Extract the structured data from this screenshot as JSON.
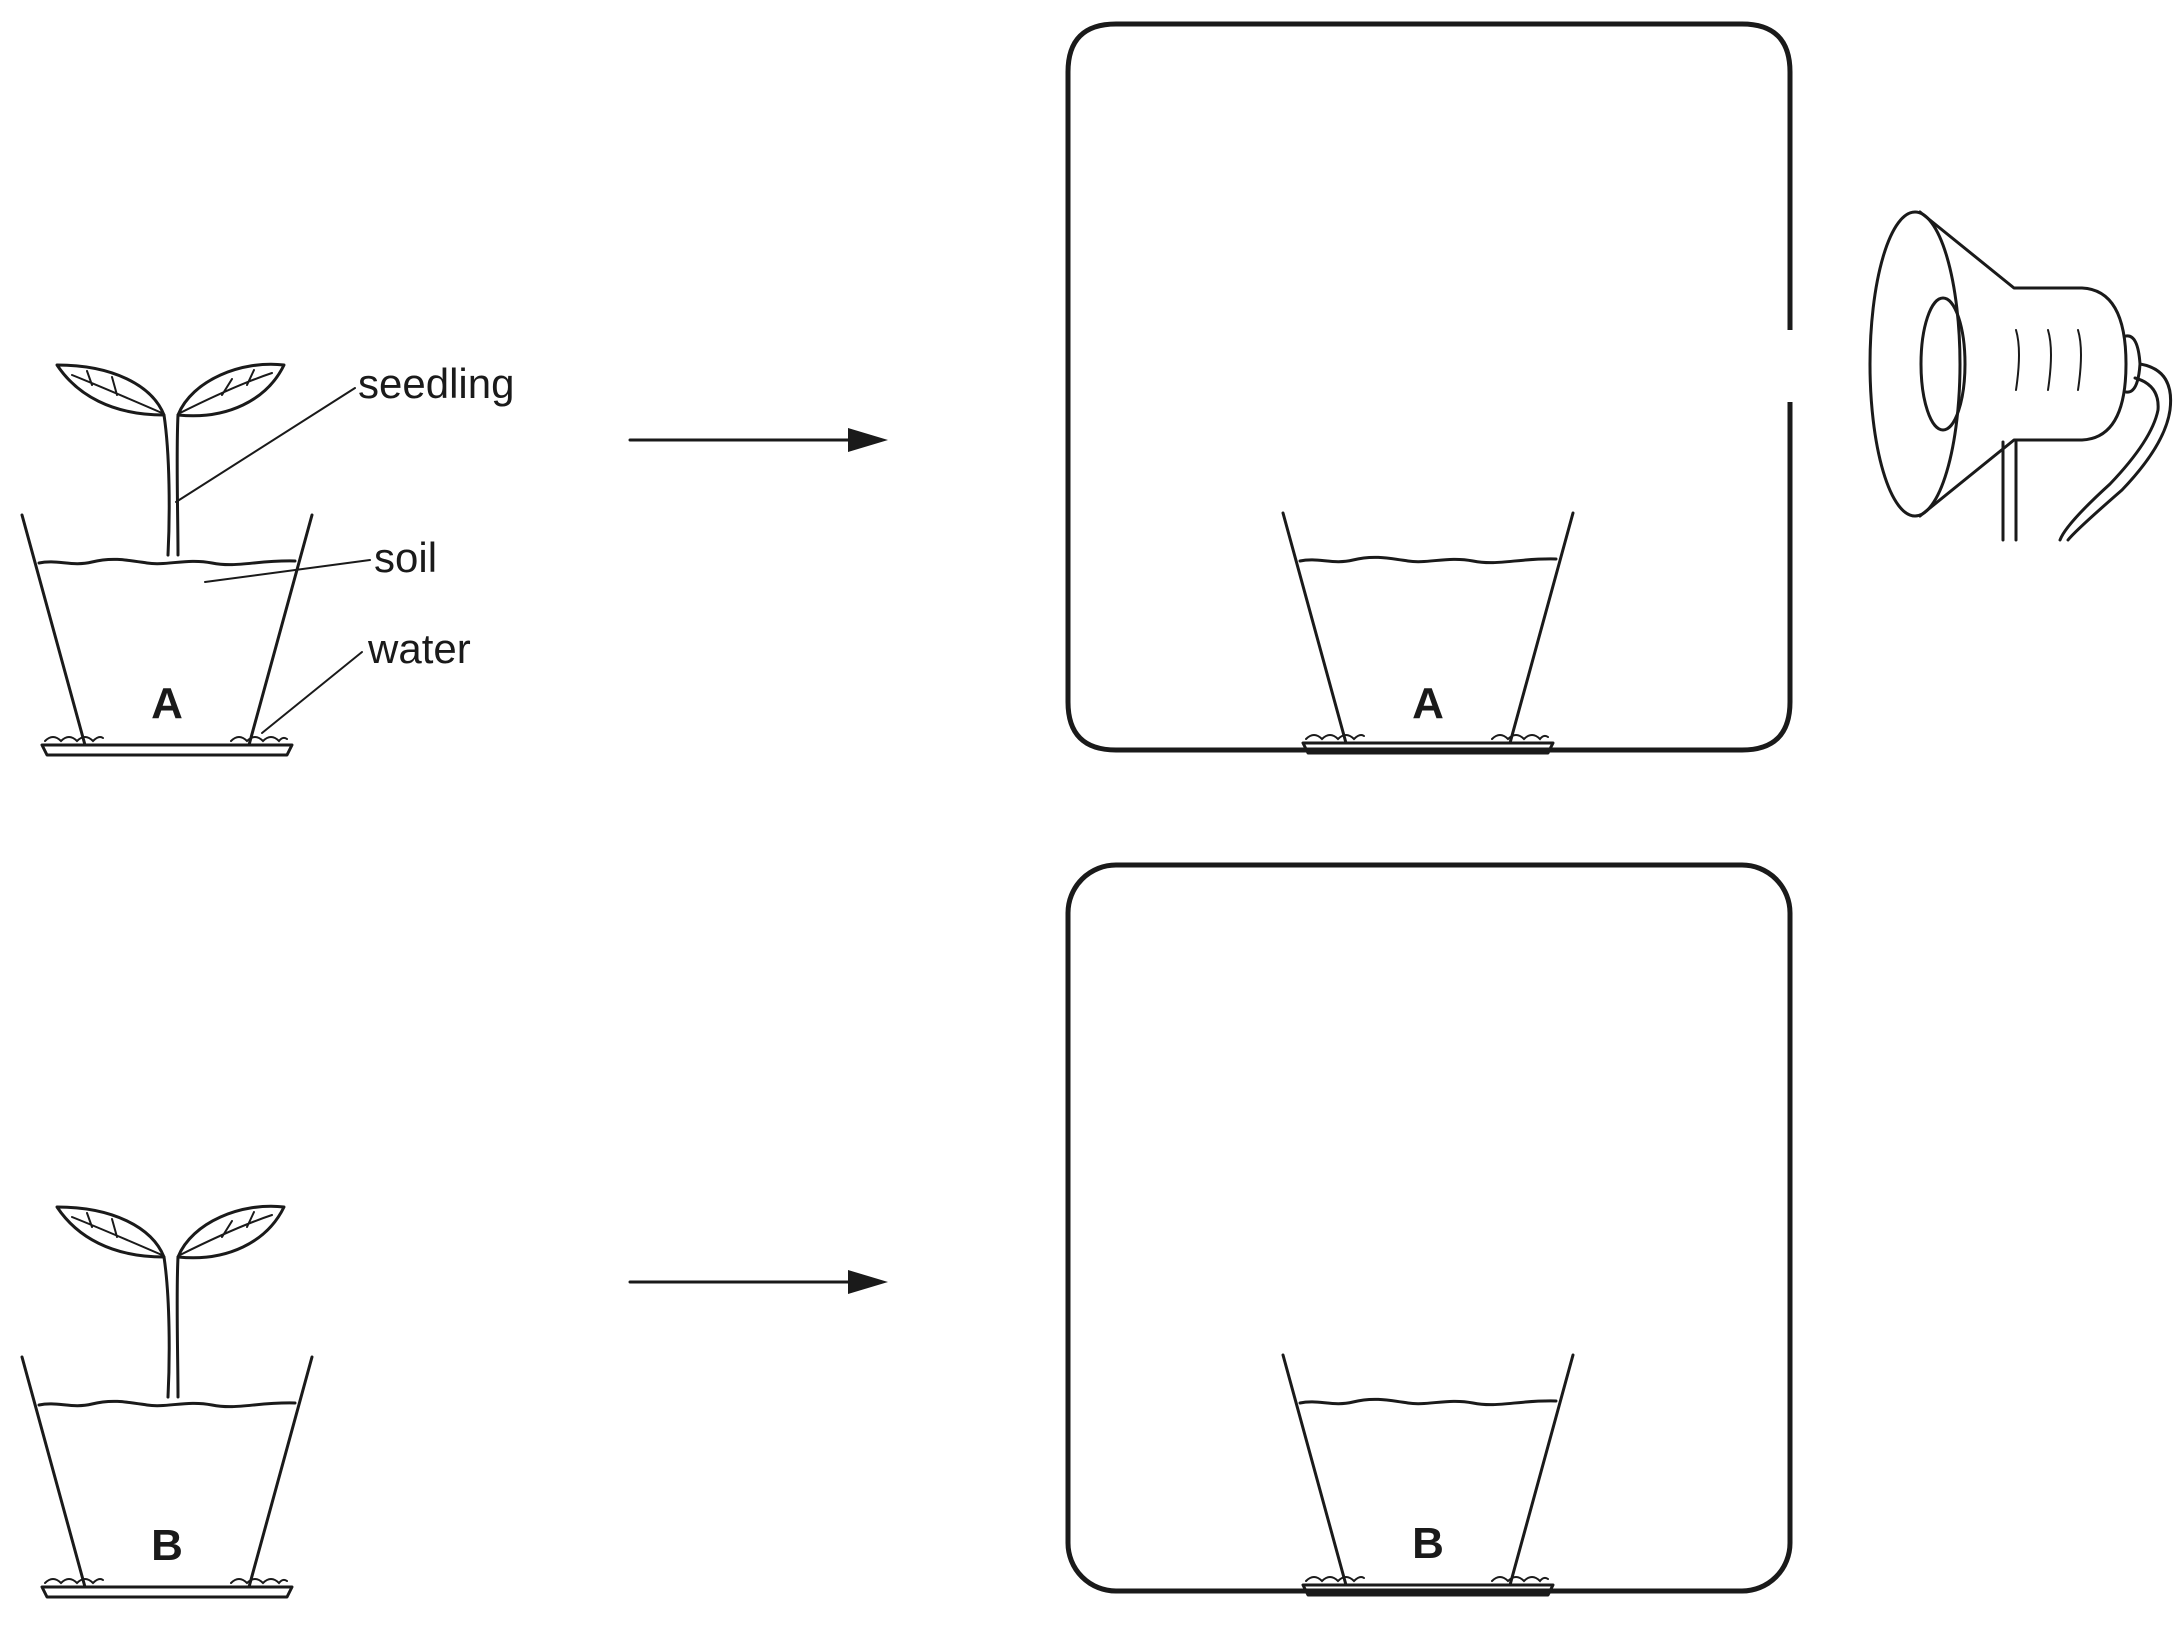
{
  "labels": {
    "seedling": "seedling",
    "soil": "soil",
    "water": "water"
  },
  "pots": {
    "a": "A",
    "b": "B"
  },
  "icons": {
    "sound_source": "loudspeaker-icon",
    "arrow": "arrow-right-icon",
    "plant": "seedling-icon"
  }
}
